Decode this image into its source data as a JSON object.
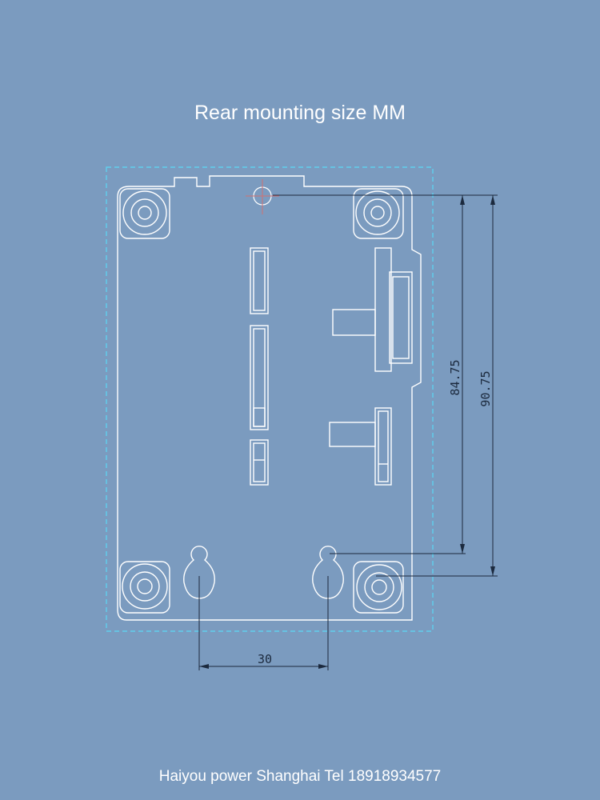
{
  "title": "Rear mounting size MM",
  "footer": "Haiyou power Shanghai Tel 18918934577",
  "colors": {
    "background": "#7b9bbf",
    "outline": "#ffffff",
    "dashed_boundary": "#5fd0ee",
    "dimension": "#1c2a3e"
  },
  "dimensions": {
    "inner_height": "84.75",
    "outer_height": "90.75",
    "hole_spacing": "30"
  }
}
